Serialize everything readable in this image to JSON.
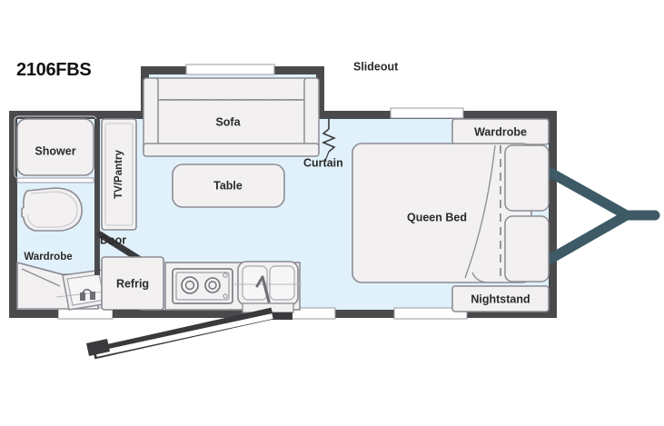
{
  "floorplan": {
    "model_title": "2106FBS",
    "colors": {
      "floor": "#e1f1fb",
      "wall": "#4a4a4d",
      "furniture_fill": "#f2f0f1",
      "furniture_stroke": "#8c8c93",
      "hitch": "#3d5a66",
      "window": "#ffffff",
      "text": "#2a2a2a",
      "background": "#ffffff"
    },
    "rooms": [
      {
        "key": "shower",
        "label": "Shower"
      },
      {
        "key": "tv_pantry",
        "label": "TV/Pantry"
      },
      {
        "key": "wardrobe_front",
        "label": "Wardrobe"
      },
      {
        "key": "refrig",
        "label": "Refrig"
      },
      {
        "key": "sofa",
        "label": "Sofa"
      },
      {
        "key": "table",
        "label": "Table"
      },
      {
        "key": "queen_bed",
        "label": "Queen Bed"
      },
      {
        "key": "wardrobe_rear",
        "label": "Wardrobe"
      },
      {
        "key": "nightstand",
        "label": "Nightstand"
      }
    ],
    "callouts": [
      {
        "key": "slideout",
        "label": "Slideout"
      },
      {
        "key": "curtain",
        "label": "Curtain"
      },
      {
        "key": "door",
        "label": "Door"
      }
    ],
    "labels": {
      "shower": "Shower",
      "tv_pantry": "TV/Pantry",
      "wardrobe_front": "Wardrobe",
      "refrig": "Refrig",
      "sofa": "Sofa",
      "table": "Table",
      "queen_bed": "Queen Bed",
      "wardrobe_rear": "Wardrobe",
      "nightstand": "Nightstand",
      "slideout": "Slideout",
      "curtain": "Curtain",
      "door": "Door"
    },
    "fixtures": [
      {
        "key": "toilet",
        "name": "toilet-fixture"
      },
      {
        "key": "vanity_sink",
        "name": "vanity-sink-fixture"
      },
      {
        "key": "cooktop",
        "name": "cooktop-fixture"
      },
      {
        "key": "kitchen_sink",
        "name": "kitchen-sink-fixture"
      },
      {
        "key": "pillows",
        "name": "bed-pillows"
      },
      {
        "key": "entry_door",
        "name": "entry-door-swing"
      },
      {
        "key": "hitch",
        "name": "a-frame-hitch"
      }
    ]
  }
}
